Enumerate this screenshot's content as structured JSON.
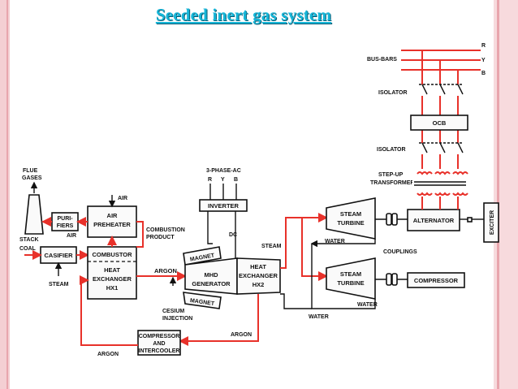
{
  "title": "Seeded inert gas system",
  "labels": {
    "flue_gases_1": "FLUE",
    "flue_gases_2": "GASES",
    "stack_coal_1": "STACK",
    "stack_coal_2": "COAL",
    "purifiers_1": "PURI-",
    "purifiers_2": "FIERS",
    "air_1": "AIR",
    "air_2": "AIR",
    "air_preheater_1": "AIR",
    "air_preheater_2": "PREHEATER",
    "casifier": "CASIFIER",
    "combustor": "COMBUSTOR",
    "hx1_1": "HEAT",
    "hx1_2": "EXCHANGER",
    "hx1_3": "HX1",
    "steam_left": "STEAM",
    "combustion_product_1": "COMBUSTION",
    "combustion_product_2": "PRODUCT",
    "argon_1": "ARGON",
    "three_phase_ac": "3-PHASE-AC",
    "rybs_r": "R",
    "rybs_y": "Y",
    "rybs_b": "B",
    "inverter": "INVERTER",
    "dc": "DC",
    "magnet_top": "MAGNET",
    "magnet_bottom": "MAGNET",
    "mhd_1": "MHD",
    "mhd_2": "GENERATOR",
    "hx2_1": "HEAT",
    "hx2_2": "EXCHANGER",
    "hx2_3": "HX2",
    "cesium_1": "CESIUM",
    "cesium_2": "INJECTION",
    "compressor_ic_1": "COMPRESSOR",
    "compressor_ic_2": "AND",
    "compressor_ic_3": "INTERCOOLER",
    "argon_2": "ARGON",
    "argon_3": "ARGON",
    "steam_mid": "STEAM",
    "water_1": "WATER",
    "water_2": "WATER",
    "water_3": "WATER",
    "steam_turbine_top_1": "STEAM",
    "steam_turbine_top_2": "TURBINE",
    "steam_turbine_bot_1": "STEAM",
    "steam_turbine_bot_2": "TURBINE",
    "couplings": "COUPLINGS",
    "alternator": "ALTERNATOR",
    "compressor": "COMPRESSOR",
    "exciter": "EXCITER",
    "bus_bars": "BUS-BARS",
    "bus_r": "R",
    "bus_y": "Y",
    "bus_b": "B",
    "isolator_top": "ISOLATOR",
    "ocb": "OCB",
    "isolator_bottom": "ISOLATOR",
    "step_up_1": "STEP-UP",
    "step_up_2": "TRANSFORMER"
  }
}
